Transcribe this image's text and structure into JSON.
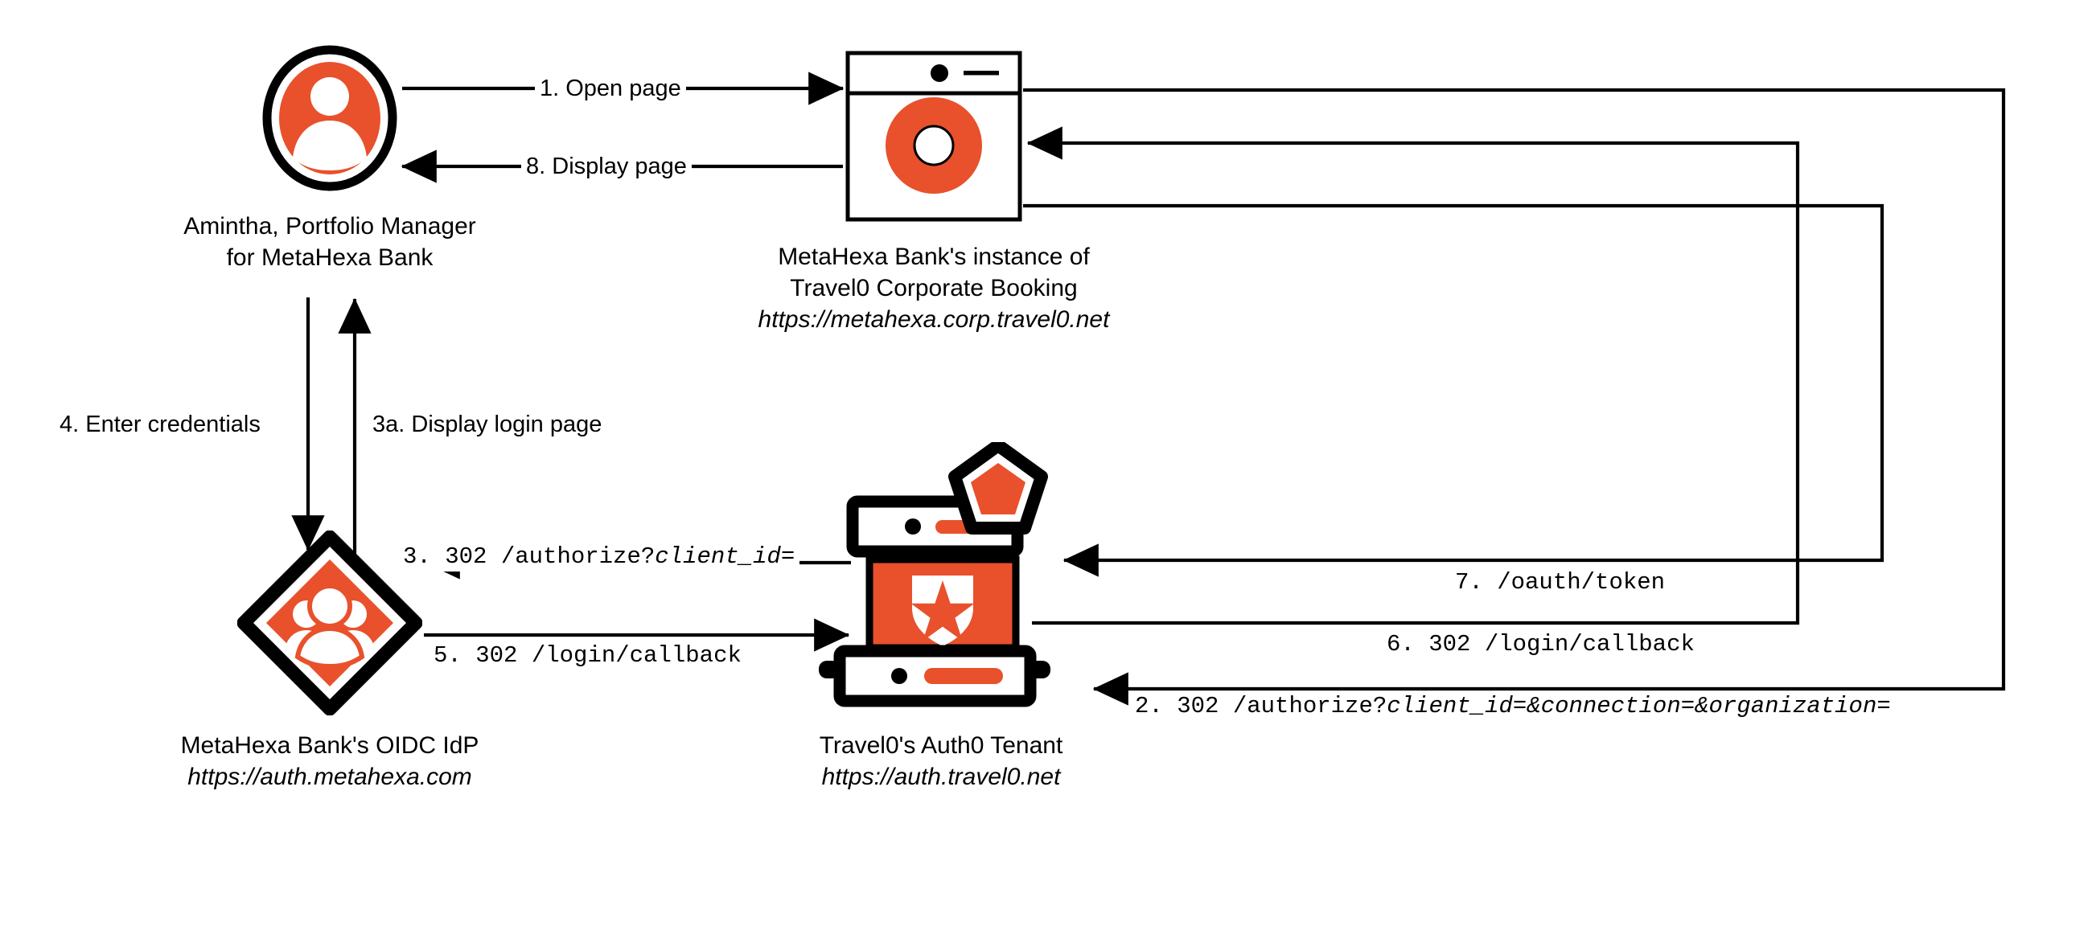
{
  "diagram": {
    "title": "Auth0 Organizations enterprise SSO login flow",
    "colors": {
      "accent": "#E8512C",
      "line": "#000000",
      "background": "#FFFFFF"
    }
  },
  "nodes": {
    "user": {
      "icon": "user-avatar-icon",
      "caption_line1": "Amintha, Portfolio Manager",
      "caption_line2": "for MetaHexa Bank"
    },
    "app": {
      "icon": "browser-window-gear-icon",
      "caption_line1": "MetaHexa Bank's instance of",
      "caption_line2": "Travel0 Corporate Booking",
      "url": "https://metahexa.corp.travel0.net"
    },
    "idp": {
      "icon": "identity-provider-diamond-icon",
      "caption_line1": "MetaHexa Bank's OIDC IdP",
      "url": "https://auth.metahexa.com"
    },
    "tenant": {
      "icon": "auth0-tenant-server-icon",
      "caption_line1": "Travel0's Auth0 Tenant",
      "url": "https://auth.travel0.net"
    }
  },
  "steps": [
    {
      "id": "step-1",
      "number": "1.",
      "text": " Open page",
      "mono": false,
      "from": "user",
      "to": "app"
    },
    {
      "id": "step-2",
      "number": "2.",
      "text": " 302 /authorize?",
      "mono": true,
      "italic_tail": "client_id=&connection=&organization=",
      "from": "app",
      "to": "tenant"
    },
    {
      "id": "step-3",
      "number": "3.",
      "text": " 302 /authorize?",
      "mono": true,
      "italic_tail": "client_id=",
      "from": "tenant",
      "to": "idp"
    },
    {
      "id": "step-3a",
      "number": "3a.",
      "text": " Display login page",
      "mono": false,
      "from": "idp",
      "to": "user"
    },
    {
      "id": "step-4",
      "number": "4.",
      "text": " Enter credentials",
      "mono": false,
      "from": "user",
      "to": "idp"
    },
    {
      "id": "step-5",
      "number": "5.",
      "text": " 302 /login/callback",
      "mono": true,
      "from": "idp",
      "to": "tenant"
    },
    {
      "id": "step-6",
      "number": "6.",
      "text": " 302 /login/callback",
      "mono": true,
      "from": "tenant",
      "to": "app"
    },
    {
      "id": "step-7",
      "number": "7.",
      "text": " /oauth/token",
      "mono": true,
      "from": "app",
      "to": "tenant"
    },
    {
      "id": "step-8",
      "number": "8.",
      "text": " Display page",
      "mono": false,
      "from": "app",
      "to": "user"
    }
  ]
}
